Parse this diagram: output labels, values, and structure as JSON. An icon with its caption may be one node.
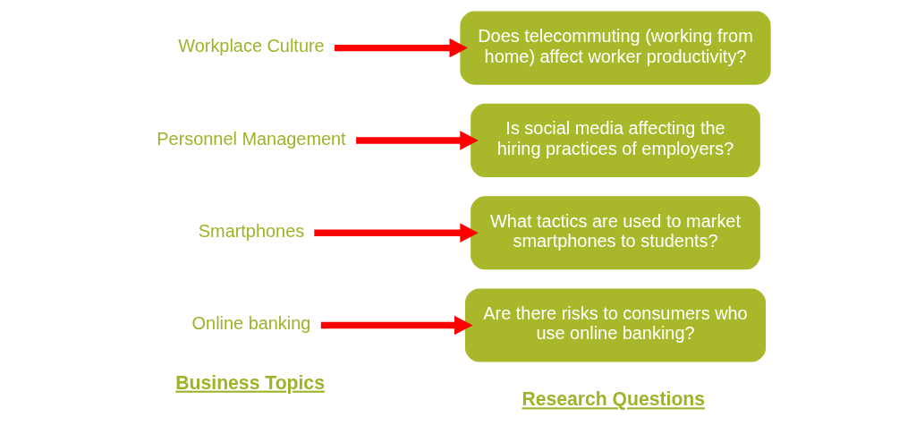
{
  "diagram": {
    "nodes": [
      {
        "text": [
          "Online banking"
        ]
      },
      {
        "text": [
          "Are there risks to consumers who use online banking?"
        ]
      },
      {
        "text": [
          "Smartphones"
        ]
      },
      {
        "text": [
          "What tactics are used to market smartphones to students?"
        ]
      },
      {
        "text": [
          "Personnel Management"
        ]
      },
      {
        "text": [
          "Is social media affecting the hiring practices of employers?"
        ]
      },
      {
        "text": [
          "Workplace Culture"
        ]
      },
      {
        "text": [
          "Does telecommuting (working from home) affect worker productivity?"
        ]
      }
    ],
    "edges": [
      {
        "from": 0,
        "to": 1,
        "arrow": "to"
      },
      {
        "from": 2,
        "to": 3,
        "arrow": "to"
      },
      {
        "from": 4,
        "to": 5,
        "arrow": "to"
      },
      {
        "from": 6,
        "to": 7,
        "arrow": "to"
      }
    ],
    "labels": [
      "Business Topics",
      "Research Questions"
    ]
  }
}
